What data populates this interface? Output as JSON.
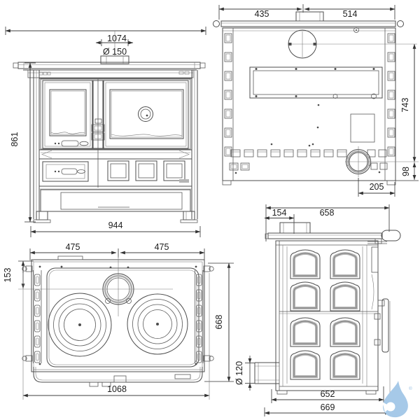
{
  "drawing": {
    "background": "#ffffff",
    "line_color": "#4d4d4d",
    "logo_color": "#a6c9e8",
    "front_view": {
      "overall_width": "1074",
      "flue_diameter": "Ø 150",
      "overall_height": "861",
      "body_width": "944"
    },
    "rear_view": {
      "flue_left_offset": "435",
      "flue_right_offset": "514",
      "height_to_outlet": "743",
      "outlet_center_height": "98",
      "outlet_side_offset": "205"
    },
    "top_view": {
      "half_width_left": "475",
      "half_width_right": "475",
      "flue_setback": "153",
      "depth": "668",
      "overall_width": "1068"
    },
    "side_view": {
      "flue_setback": "154",
      "top_depth": "658",
      "outlet_diameter": "Ø 120",
      "base_depth": "652",
      "overall_depth": "669"
    },
    "logo": {
      "registered": "®"
    }
  }
}
